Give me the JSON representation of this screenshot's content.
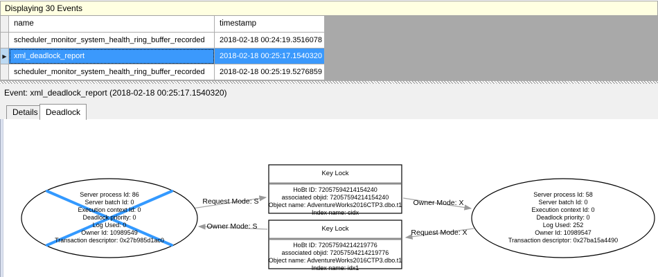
{
  "header": {
    "title": "Displaying 30 Events"
  },
  "table": {
    "columns": [
      "name",
      "timestamp"
    ],
    "selection_marker": "▶",
    "rows": [
      {
        "name": "scheduler_monitor_system_health_ring_buffer_recorded",
        "timestamp": "2018-02-18 00:24:19.3516078",
        "selected": false
      },
      {
        "name": "xml_deadlock_report",
        "timestamp": "2018-02-18 00:25:17.1540320",
        "selected": true
      },
      {
        "name": "scheduler_monitor_system_health_ring_buffer_recorded",
        "timestamp": "2018-02-18 00:25:19.5276859",
        "selected": false
      }
    ]
  },
  "event_bar": {
    "label": "Event: xml_deadlock_report (2018-02-18 00:25:17.1540320)"
  },
  "tabs": [
    {
      "label": "Details",
      "active": false
    },
    {
      "label": "Deadlock",
      "active": true
    }
  ],
  "graph": {
    "processes": [
      {
        "victim": true,
        "lines": [
          "Server process Id: 86",
          "Server batch Id: 0",
          "Execution context Id: 0",
          "Deadlock priority: 0",
          "Log Used: 0",
          "Owner Id: 10989549",
          "Transaction descriptor: 0x27b985d1ac0"
        ]
      },
      {
        "victim": false,
        "lines": [
          "Server process Id: 58",
          "Server batch Id: 0",
          "Execution context Id: 0",
          "Deadlock priority: 0",
          "Log Used: 252",
          "Owner Id: 10989547",
          "Transaction descriptor: 0x27ba15a4490"
        ]
      }
    ],
    "resources": [
      {
        "title": "Key Lock",
        "lines": [
          "HoBt ID: 72057594214154240",
          "associated objid: 72057594214154240",
          "Object name: AdventureWorks2016CTP3.dbo.t1",
          "Index name: cidx"
        ]
      },
      {
        "title": "Key Lock",
        "lines": [
          "HoBt ID: 72057594214219776",
          "associated objid: 72057594214219776",
          "Object name: AdventureWorks2016CTP3.dbo.t1",
          "Index name: idx1"
        ]
      }
    ],
    "edges": [
      {
        "label": "Request Mode: S"
      },
      {
        "label": "Owner Mode: X"
      },
      {
        "label": "Owner Mode: S"
      },
      {
        "label": "Request Mode: X"
      }
    ]
  },
  "colors": {
    "selection_blue": "#3B99FC",
    "victim_cross_blue": "#3399FF",
    "header_yellow": "#FFFFE1",
    "grid_background_gray": "#A9A9A9",
    "pane_gray": "#F0F0F0",
    "edge_gray": "#A0A0A0"
  }
}
